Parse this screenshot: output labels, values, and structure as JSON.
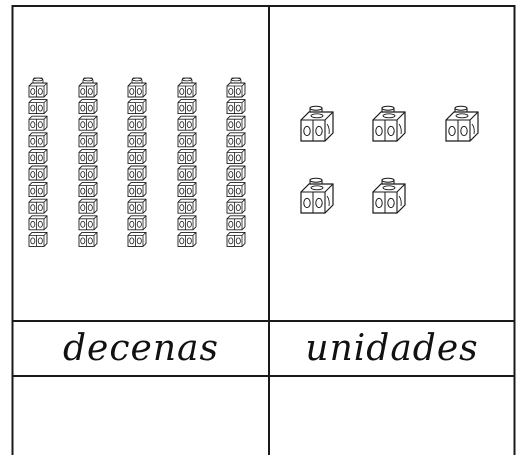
{
  "table": {
    "headers": [
      "decenas",
      "unidades"
    ],
    "answer_cells": [
      "",
      ""
    ]
  },
  "blocks": {
    "tens_rods": 5,
    "cubes_per_rod": 10,
    "unit_cubes": 5
  },
  "colors": {
    "line": "#1a1a1a",
    "cube_fill": "#ffffff"
  }
}
